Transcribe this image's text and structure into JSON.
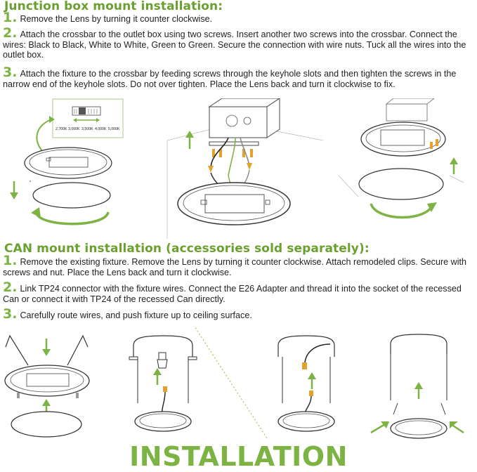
{
  "section1": {
    "heading": "Junction box mount installation:",
    "steps": [
      {
        "num": "1.",
        "text": "Remove the Lens by turning it counter clockwise."
      },
      {
        "num": "2.",
        "text": "Attach the crossbar to the outlet box using two screws. Insert another two screws into the crossbar. Connect the wires: Black to Black, White to White, Green to Green. Secure the connection with wire nuts. Tuck all the wires into the outlet box."
      },
      {
        "num": "3.",
        "text": "Attach the fixture to the crossbar by feeding screws through the keyhole slots and then tighten the screws in the narrow end of the keyhole slots. Do not over tighten. Place the Lens back and turn it clockwise to fix."
      }
    ],
    "cct_labels": [
      "2,700K",
      "3,000K",
      "3,500K",
      "4,000K",
      "5,000K"
    ]
  },
  "section2": {
    "heading": "CAN mount installation (accessories sold separately):",
    "steps": [
      {
        "num": "1.",
        "text": "Remove the existing fixture. Remove the Lens by turning it counter clockwise. Attach remodeled clips. Secure with screws and nut. Place the Lens back and turn it clockwise."
      },
      {
        "num": "2.",
        "text": "Link TP24 connector with the fixture wires. Connect the E26 Adapter and thread it into the socket of the recessed Can or connect it with TP24 of the recessed Can directly."
      },
      {
        "num": "3.",
        "text": "Carefully route wires, and push fixture up to ceiling surface."
      }
    ]
  },
  "footer": {
    "title": "INSTALLATION"
  },
  "colors": {
    "accent": "#7cb342",
    "heading": "#6aa12e",
    "line": "#333333"
  }
}
